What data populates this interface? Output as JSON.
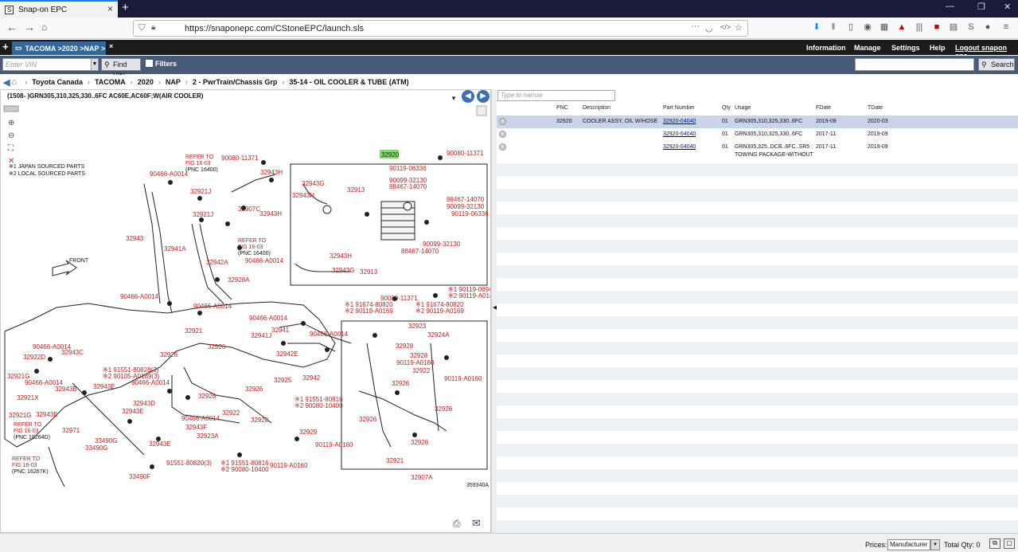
{
  "browser": {
    "tab_title": "Snap-on EPC",
    "url": "https://snaponepc.com/CStoneEPC/launch.sls"
  },
  "app": {
    "vehicle_tab": "TACOMA >2020 >NAP >",
    "menu": [
      "Information",
      "Manage",
      "Settings",
      "Help",
      "Logout snapon epc"
    ],
    "vin_placeholder": "Enter VIN",
    "find_vin": "Find VIN",
    "filters": "Filters",
    "search": "Search"
  },
  "breadcrumb": [
    "Toyota Canada",
    "TACOMA",
    "2020",
    "NAP",
    "2 - PwrTrain/Chassis Grp",
    "35-14 - OIL COOLER & TUBE (ATM)"
  ],
  "model_selector": "(1508- )GRN305,310,325,330..6FC AC60E,AC60F;W(AIR COOLER)",
  "diagram": {
    "legend": [
      "※1 JAPAN SOURCED PARTS",
      "※2 LOCAL SOURCED PARTS"
    ],
    "front_label": "FRONT",
    "highlight": "32920",
    "figure_id": "359340A",
    "refer": [
      {
        "text": "REFER TO",
        "fig": "FIG 16-03",
        "pnc": "(PNC 16400)"
      },
      {
        "text": "REFER TO",
        "fig": "FIG 16-03",
        "pnc": "(PNC 16400)"
      },
      {
        "text": "REFER TO",
        "fig": "FIG 16-03",
        "pnc": "(PNC 16264D)"
      },
      {
        "text": "REFER TO",
        "fig": "FIG 16-03",
        "pnc": "(PNC 16267K)"
      }
    ]
  },
  "parts_list": {
    "narrow_placeholder": "Type to narrow",
    "columns": [
      "PNC",
      "Description",
      "Part Number",
      "Qty",
      "Usage",
      "FDate",
      "TDate"
    ],
    "rows": [
      {
        "pnc": "32920",
        "description": "COOLER ASSY, OIL W/HOSE",
        "part_number": "32920-04040",
        "qty": "01",
        "usage": "GRN305,310,325,330..6FC",
        "usage2": "",
        "fdate": "2019-09",
        "tdate": "2020-03"
      },
      {
        "pnc": "",
        "description": "",
        "part_number": "32920-04040",
        "qty": "01",
        "usage": "GRN305,310,325,330..6FC",
        "usage2": "",
        "fdate": "2017-11",
        "tdate": "2019-09"
      },
      {
        "pnc": "",
        "description": "",
        "part_number": "32920-04040",
        "qty": "01",
        "usage": "GRN305,325..DCB..6FC..SR5 :",
        "usage2": "TOWING PACKAGE-WITHOUT",
        "fdate": "2017-11",
        "tdate": "2019-09"
      }
    ]
  },
  "footer": {
    "prices_label": "Prices:",
    "prices_value": "Manufacturer",
    "total_qty": "Total Qty: 0"
  },
  "colors": {
    "accent": "#336699",
    "row_selected": "#c8d4ea",
    "part_label": "#b22222",
    "highlight": "#7fdc6b"
  }
}
